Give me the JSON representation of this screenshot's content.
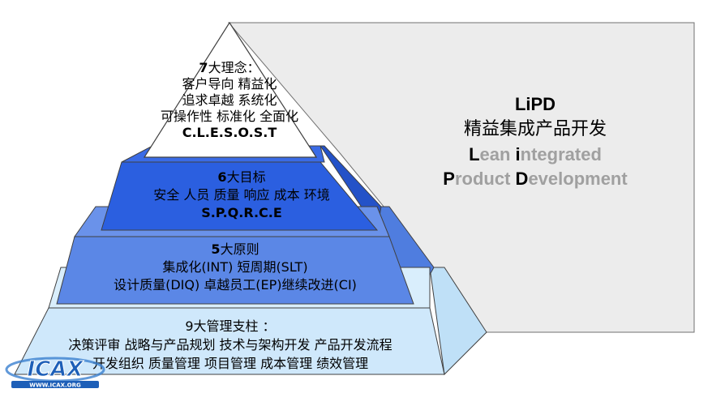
{
  "side": {
    "line1": "LiPD",
    "line2": "精益集成产品开发",
    "line3_cap": "L",
    "line3_rest_a": "ean ",
    "line3_cap2": "i",
    "line3_rest_b": "ntegrated",
    "line4_cap": "P",
    "line4_rest_a": "roduct ",
    "line4_cap2": "D",
    "line4_rest_b": "evelopment"
  },
  "tier1": {
    "title_num": "7",
    "title_rest": "大理念：",
    "lines": [
      "客户导向  精益化",
      "追求卓越  系统化",
      "可操作性  标准化  全面化"
    ],
    "code": "C.L.E.S.O.S.T"
  },
  "tier2": {
    "title_num": "6",
    "title_rest": "大目标",
    "line": "安全  人员  质量  响应  成本  环境",
    "code": "S.P.Q.R.C.E"
  },
  "tier3": {
    "title_num": "5",
    "title_rest": "大原则",
    "line1": "集成化(INT) 短周期(SLT)",
    "line2": "设计质量(DIQ) 卓越员工(EP)继续改进(CI)"
  },
  "tier4": {
    "title": "9大管理支柱 ：",
    "line1": "决策评审  战略与产品规划  技术与架构开发  产品开发流程",
    "line2": "开发组织  质量管理  项目管理  成本管理  绩效管理"
  },
  "logo": {
    "text": "ICAX",
    "sub": "WWW.ICAX.ORG"
  },
  "colors": {
    "tier1": "#ffffff",
    "tier2": "#2b5fe0",
    "tier3": "#5b87e6",
    "tier4": "#cfe8fb",
    "panel": "#ececec",
    "grey_text": "#a0a0a0"
  }
}
